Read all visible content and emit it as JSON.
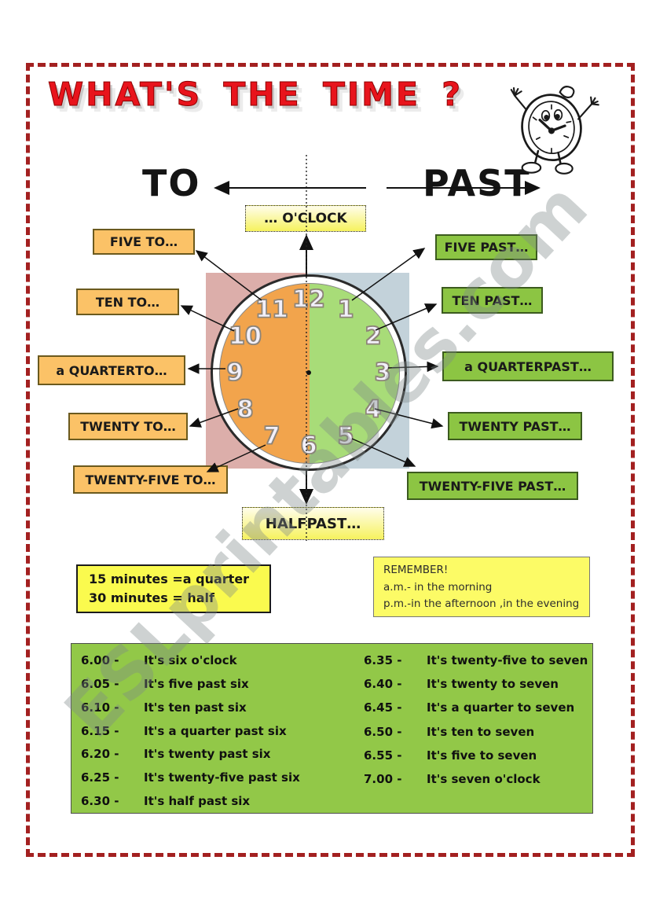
{
  "page": {
    "title": "WHAT'S THE TIME ?",
    "watermark": "ESLprintables.com"
  },
  "directions": {
    "to": "TO",
    "past": "PAST"
  },
  "clock": {
    "numbers": [
      "12",
      "1",
      "2",
      "3",
      "4",
      "5",
      "6",
      "7",
      "8",
      "9",
      "10",
      "11"
    ]
  },
  "callouts": {
    "oclock": "… O'CLOCK",
    "half": {
      "strong": "HALF",
      "rest": " PAST…"
    },
    "to_boxes": [
      {
        "label": "FIVE TO…"
      },
      {
        "label": "TEN TO…"
      },
      {
        "strong": "a QUARTER",
        "label": " TO…"
      },
      {
        "label": "TWENTY TO…"
      },
      {
        "label": "TWENTY-FIVE TO…"
      }
    ],
    "past_boxes": [
      {
        "label": "FIVE PAST…"
      },
      {
        "label": "TEN PAST…"
      },
      {
        "strong": "a QUARTER",
        "label": " PAST…"
      },
      {
        "label": "TWENTY PAST…"
      },
      {
        "label": "TWENTY-FIVE PAST…"
      }
    ]
  },
  "notes": {
    "minutes_line1": "15 minutes =a quarter",
    "minutes_line2": "30 minutes = half",
    "remember_title": "REMEMBER!",
    "remember_line1": "a.m.- in the morning",
    "remember_line2": "p.m.-in the afternoon ,in the evening"
  },
  "examples": {
    "left": [
      {
        "t": "6.00 -",
        "s": "It's six o'clock"
      },
      {
        "t": "6.05 -",
        "s": "It's five past six"
      },
      {
        "t": "6.10 -",
        "s": "It's ten past six"
      },
      {
        "t": "6.15 -",
        "s": "It's a quarter past six"
      },
      {
        "t": "6.20 -",
        "s": "It's twenty past six"
      },
      {
        "t": "6.25 -",
        "s": "It's twenty-five past six"
      },
      {
        "t": "6.30 -",
        "s": "It's half past six"
      }
    ],
    "right": [
      {
        "t": "6.35 -",
        "s": "It's twenty-five to seven"
      },
      {
        "t": "6.40 -",
        "s": "It's twenty to seven"
      },
      {
        "t": "6.45 -",
        "s": "It's a quarter to seven"
      },
      {
        "t": "6.50 -",
        "s": "It's ten to seven"
      },
      {
        "t": "6.55 -",
        "s": "It's five to seven"
      },
      {
        "t": "7.00 -",
        "s": "It's seven o'clock"
      }
    ]
  },
  "colors": {
    "border_red": "#a32020",
    "title_red": "#e8141c",
    "orange_box": "#fbc267",
    "green_box": "#8cc543",
    "clock_orange": "#f2a44c",
    "clock_green": "#a8dc78",
    "square_pink": "#dcaeaa",
    "square_blue": "#c3d2da",
    "yellow_note": "#fafa4e",
    "table_green": "#92c848"
  }
}
